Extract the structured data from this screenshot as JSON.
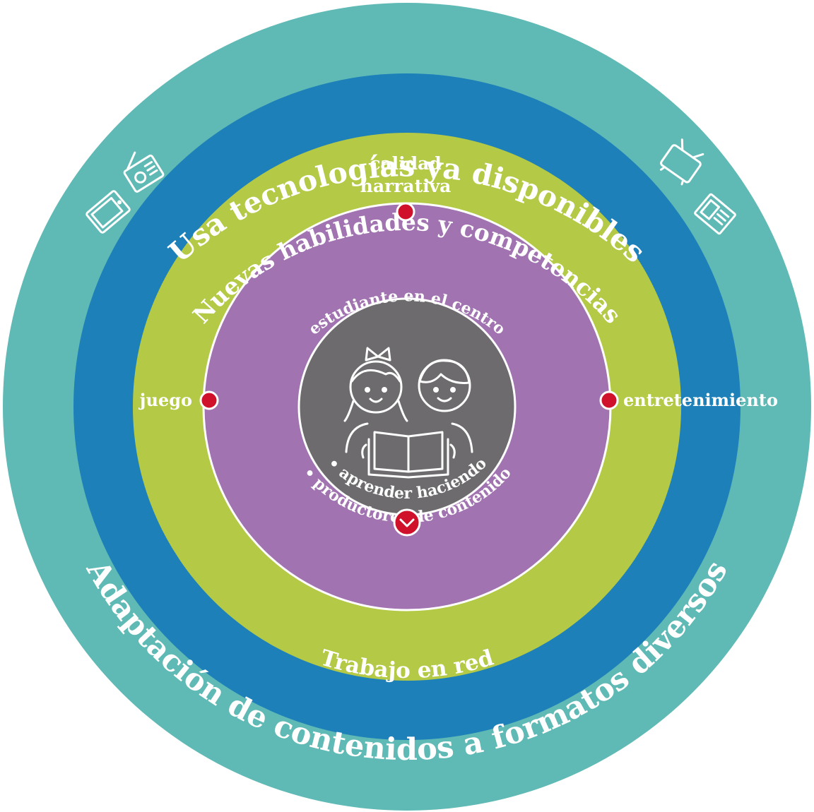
{
  "colors": {
    "outer_ring": "#5fb9b5",
    "blue_ring": "#1d80b9",
    "green_ring": "#b4c945",
    "purple_circle": "#a173b0",
    "center_circle": "#6d6b6e",
    "marker_red": "#d0112b"
  },
  "outer_ring": {
    "top_text": "Usa tecnologías ya disponibles",
    "bottom_text": "Adaptación de contenidos a formatos diversos"
  },
  "blue_ring": {
    "top_text": "Nuevas habilidades y competencias",
    "bottom_text": "Trabajo en red"
  },
  "green_ring": {
    "top_label_line1": "calidad",
    "top_label_line2": "narrativa",
    "left_label": "juego",
    "right_label": "entretenimiento"
  },
  "purple_circle": {
    "top_text": "estudiante en el centro",
    "bottom_line1": "• aprender haciendo",
    "bottom_line2": "• productores de contenido"
  },
  "center": {
    "icon": "children-reading-icon"
  },
  "decorative_icons": [
    "tablet-icon",
    "radio-icon",
    "tv-icon",
    "newspaper-icon"
  ],
  "markers": [
    "top-marker",
    "left-marker",
    "right-marker",
    "bottom-chevron-marker"
  ]
}
